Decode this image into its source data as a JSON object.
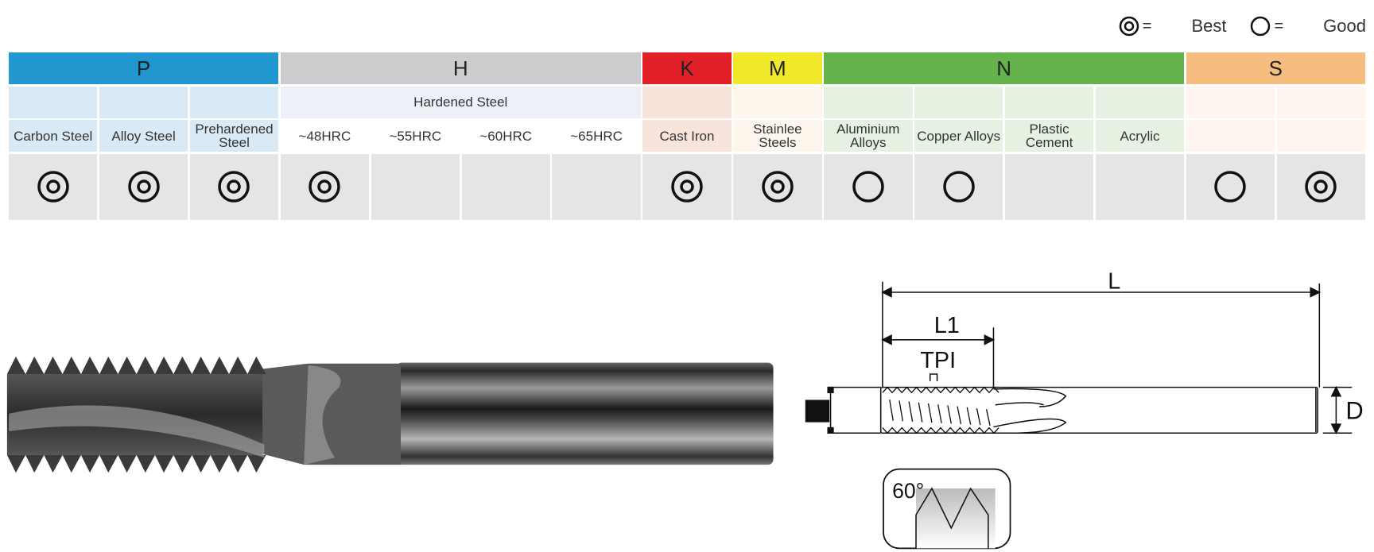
{
  "legend": {
    "best_symbol": "=",
    "best_label": "Best",
    "good_symbol": "=",
    "good_label": "Good"
  },
  "groups": [
    {
      "label": "P",
      "color": "#2196cf",
      "span": 3,
      "sub": "#d9eaf6",
      "mat": "#d9eaf6"
    },
    {
      "label": "H",
      "color": "#cbcccd",
      "span": 4,
      "sub": "#eef0f8",
      "mat": "#ffffff"
    },
    {
      "label": "K",
      "color": "#e02026",
      "span": 1,
      "sub": "#f8e4da",
      "mat": "#f8e4da"
    },
    {
      "label": "M",
      "color": "#f2e92a",
      "span": 1,
      "sub": "#fdf6ec",
      "mat": "#fdf6ec"
    },
    {
      "label": "N",
      "color": "#63b24a",
      "span": 4,
      "sub": "#e6f2e1",
      "mat": "#e6f2e1"
    },
    {
      "label": "S",
      "color": "#f5bd80",
      "span": 2,
      "sub": "#fdf5ee",
      "mat": "#fdf5ee"
    }
  ],
  "hardened_label": "Hardened Steel",
  "materials": [
    {
      "label": "Carbon Steel",
      "rating": "best"
    },
    {
      "label": "Alloy Steel",
      "rating": "best"
    },
    {
      "label": "Prehardened Steel",
      "rating": "best"
    },
    {
      "label": "~48HRC",
      "rating": "best"
    },
    {
      "label": "~55HRC",
      "rating": ""
    },
    {
      "label": "~60HRC",
      "rating": ""
    },
    {
      "label": "~65HRC",
      "rating": ""
    },
    {
      "label": "Cast Iron",
      "rating": "best"
    },
    {
      "label": "Stainlee Steels",
      "rating": "best"
    },
    {
      "label": "Aluminium Alloys",
      "rating": "good"
    },
    {
      "label": "Copper Alloys",
      "rating": "good"
    },
    {
      "label": "Plastic Cement",
      "rating": ""
    },
    {
      "label": "Acrylic",
      "rating": ""
    },
    {
      "label": "",
      "rating": "good"
    },
    {
      "label": "",
      "rating": "best"
    }
  ],
  "diagram": {
    "length_label": "L",
    "thread_length_label": "L1",
    "pitch_label": "TPI",
    "diameter_label": "D",
    "angle_label": "60°"
  }
}
